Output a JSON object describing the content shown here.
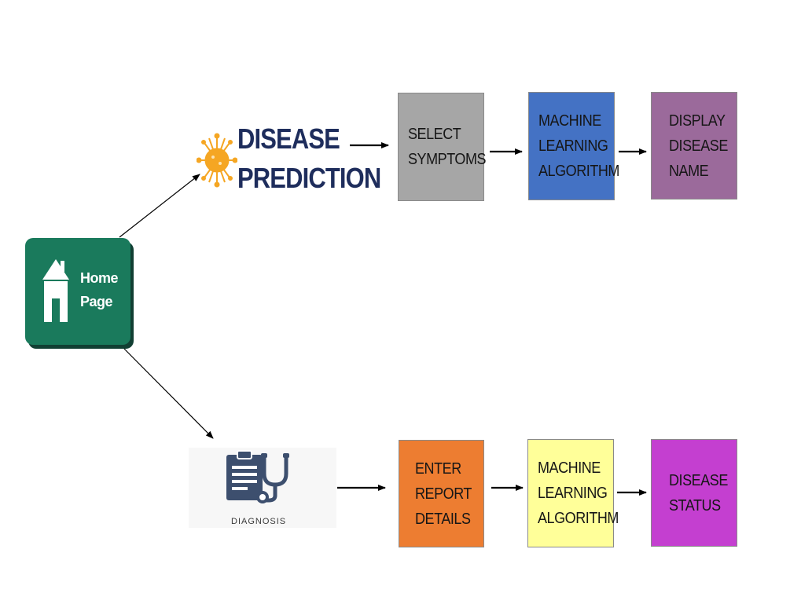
{
  "colors": {
    "home": "#1a7a5c",
    "select_symptoms": "#a6a6a6",
    "ml_top": "#4472c4",
    "display_disease": "#9b6a9b",
    "enter_report": "#ed7d31",
    "ml_bottom": "#ffff99",
    "disease_status": "#c43fd0",
    "title_navy": "#1e2d5c",
    "virus_orange": "#f5a623"
  },
  "home": {
    "label_line1": "Home",
    "label_line2": "Page",
    "icon": "house-icon"
  },
  "prediction_logo": {
    "line1": "DISEASE",
    "line2": "PREDICTION",
    "icon": "virus-icon"
  },
  "diagnosis_logo": {
    "label": "DIAGNOSIS",
    "icon": "clipboard-stethoscope-icon"
  },
  "top_flow": [
    {
      "id": "select-symptoms",
      "lines": [
        "SELECT",
        "SYMPTOMS"
      ]
    },
    {
      "id": "ml-algorithm-top",
      "lines": [
        "MACHINE",
        "LEARNING",
        "ALGORITHM"
      ]
    },
    {
      "id": "display-disease-name",
      "lines": [
        "DISPLAY",
        "DISEASE",
        "NAME"
      ]
    }
  ],
  "bottom_flow": [
    {
      "id": "enter-report-details",
      "lines": [
        "ENTER",
        "REPORT",
        "DETAILS"
      ]
    },
    {
      "id": "ml-algorithm-bottom",
      "lines": [
        "MACHINE",
        "LEARNING",
        "ALGORITHM"
      ]
    },
    {
      "id": "disease-status",
      "lines": [
        "DISEASE",
        "STATUS"
      ]
    }
  ]
}
